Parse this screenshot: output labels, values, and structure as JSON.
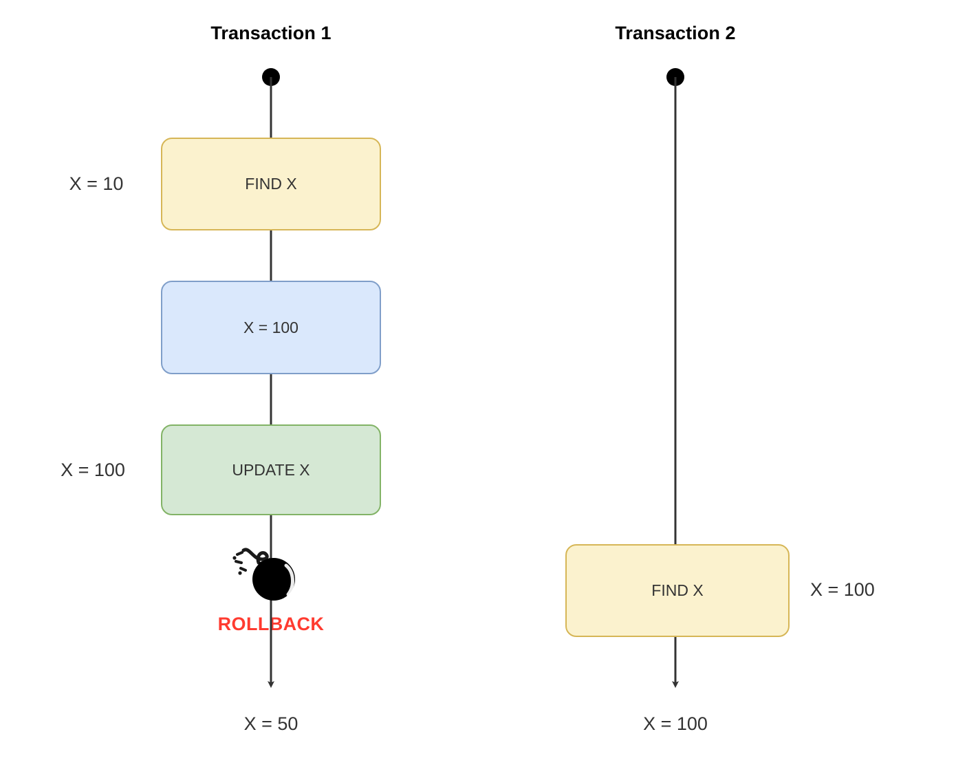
{
  "diagram": {
    "title_left": "Transaction 1",
    "title_right": "Transaction 2",
    "colors": {
      "yellow_fill": "#fbf2ce",
      "yellow_stroke": "#d6b656",
      "blue_fill": "#dae8fc",
      "blue_stroke": "#7f9ec9",
      "green_fill": "#d5e8d4",
      "green_stroke": "#82b366",
      "line": "#333333",
      "text": "#333333",
      "rollback": "#ff3b30",
      "bomb": "#000000"
    }
  },
  "transaction1": {
    "title": "Transaction 1",
    "nodes": [
      {
        "id": "t1-find-x",
        "label": "FIND X",
        "style": "yellow"
      },
      {
        "id": "t1-x-100",
        "label": "X = 100",
        "style": "blue"
      },
      {
        "id": "t1-update-x",
        "label": "UPDATE X",
        "style": "green"
      }
    ],
    "side_labels": [
      {
        "id": "t1-state-before-find",
        "text": "X = 10"
      },
      {
        "id": "t1-state-before-update",
        "text": "X = 100"
      }
    ],
    "event": {
      "icon": "bomb-icon",
      "label": "ROLLBACK"
    },
    "end_label": "X = 50"
  },
  "transaction2": {
    "title": "Transaction 2",
    "nodes": [
      {
        "id": "t2-find-x",
        "label": "FIND X",
        "style": "yellow"
      }
    ],
    "side_labels": [
      {
        "id": "t2-state-after-find",
        "text": "X = 100"
      }
    ],
    "end_label": "X = 100"
  }
}
